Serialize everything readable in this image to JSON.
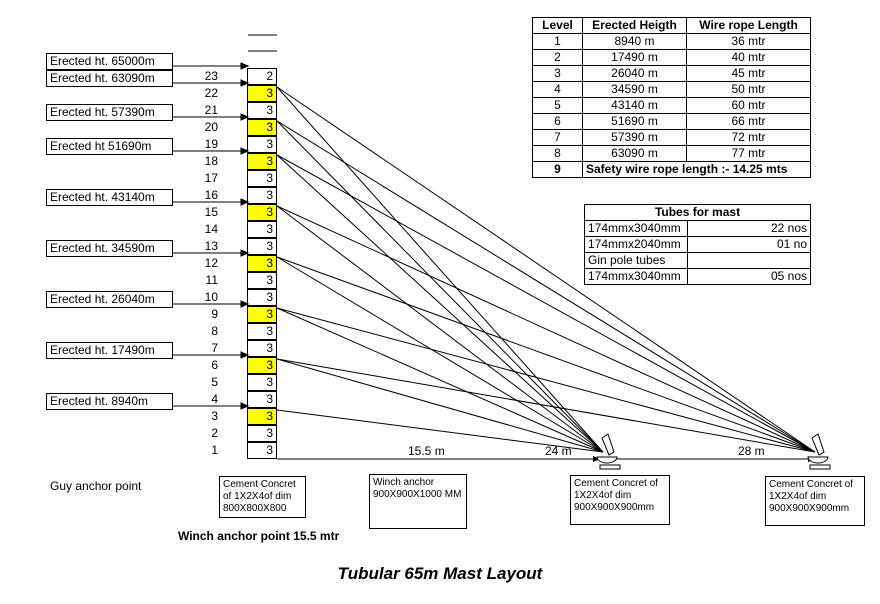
{
  "title": "Tubular 65m Mast Layout",
  "mast": {
    "top_cell": "2",
    "segment_value": "3",
    "sections": [
      23,
      22,
      21,
      20,
      19,
      18,
      17,
      16,
      15,
      14,
      13,
      12,
      11,
      10,
      9,
      8,
      7,
      6,
      5,
      4,
      3,
      2,
      1
    ],
    "highlighted": [
      22,
      20,
      18,
      15,
      12,
      9,
      6,
      3
    ]
  },
  "erected_labels": [
    {
      "text": "Erected ht. 65000m",
      "at": 23
    },
    {
      "text": "Erected ht. 63090m",
      "at": 22
    },
    {
      "text": "Erected ht. 57390m",
      "at": 20
    },
    {
      "text": "Erected ht  51690m",
      "at": 18
    },
    {
      "text": "Erected ht. 43140m",
      "at": 15
    },
    {
      "text": "Erected ht. 34590m",
      "at": 12
    },
    {
      "text": "Erected ht. 26040m",
      "at": 9
    },
    {
      "text": "Erected ht. 17490m",
      "at": 6
    },
    {
      "text": "Erected ht. 8940m",
      "at": 3
    }
  ],
  "levels_table": {
    "headers": [
      "Level",
      "Erected Heigth",
      "Wire rope Length"
    ],
    "rows": [
      [
        "1",
        "8940 m",
        "36 mtr"
      ],
      [
        "2",
        "17490 m",
        "40 mtr"
      ],
      [
        "3",
        "26040 m",
        "45 mtr"
      ],
      [
        "4",
        "34590 m",
        "50 mtr"
      ],
      [
        "5",
        "43140 m",
        "60 mtr"
      ],
      [
        "6",
        "51690 m",
        "66 mtr"
      ],
      [
        "7",
        "57390 m",
        "72 mtr"
      ],
      [
        "8",
        "63090 m",
        "77 mtr"
      ]
    ],
    "total_level": "9",
    "total_text": "Safety wire rope length :- 14.25 mts"
  },
  "tubes_table": {
    "title": "Tubes for mast",
    "rows": [
      [
        "174mmx3040mm",
        "22 nos"
      ],
      [
        "174mmx2040mm",
        "01 no"
      ],
      [
        "Gin pole tubes",
        ""
      ],
      [
        "174mmx3040mm",
        "05 nos"
      ]
    ]
  },
  "distances": {
    "d1": "15.5 m",
    "d2": "24 m",
    "d3": "28 m"
  },
  "guy_anchor_label": "Guy anchor point",
  "winch_anchor_label": "Winch anchor point 15.5 mtr",
  "boxes": {
    "guy_box": [
      "Cement Concret",
      "of 1X2X4of dim",
      "800X800X800"
    ],
    "winch_box": [
      "Winch anchor",
      "900X900X1000 MM"
    ],
    "anchor1_box": [
      "Cement Concret of",
      "1X2X4of dim",
      "900X900X900mm"
    ],
    "anchor2_box": [
      "Cement Concret of",
      "1X2X4of dim",
      "900X900X900mm"
    ]
  }
}
